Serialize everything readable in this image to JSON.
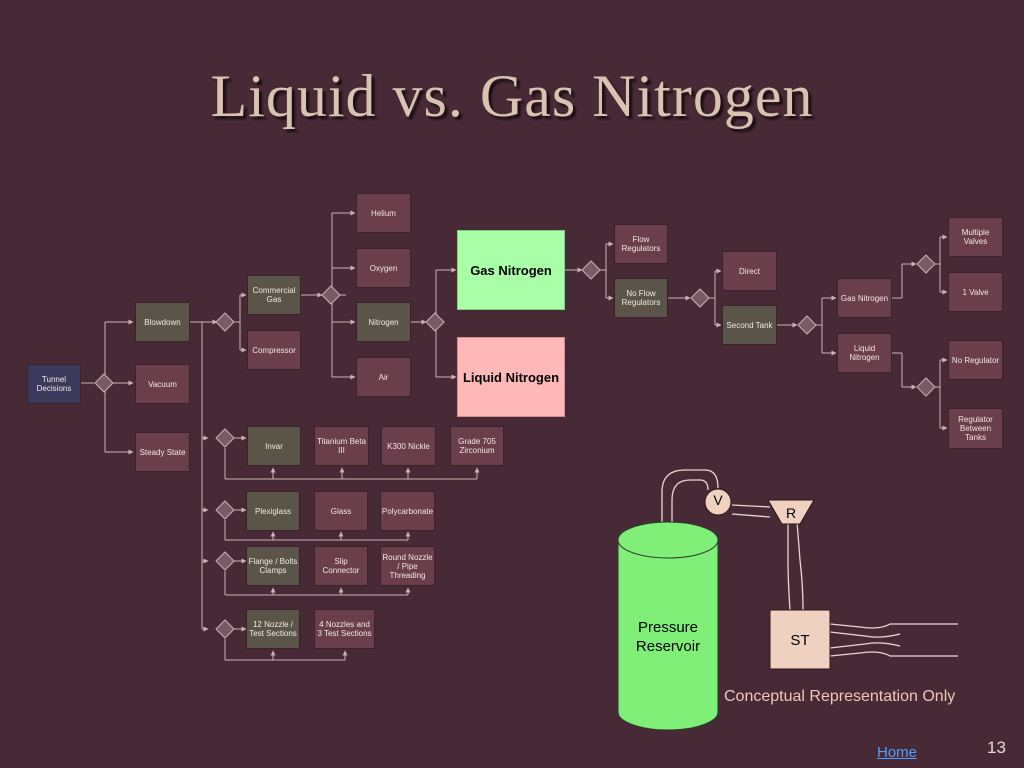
{
  "title": "Liquid vs. Gas Nitrogen",
  "nodes": {
    "tunnel": "Tunnel Decisions",
    "blowdown": "Blowdown",
    "vacuum": "Vacuum",
    "steady": "Steady State",
    "commercial": "Commercial Gas",
    "compressor": "Compressor",
    "helium": "Helium",
    "oxygen": "Oxygen",
    "nitrogen": "Nitrogen",
    "air": "Air",
    "gas_nitrogen_big": "Gas Nitrogen",
    "liquid_nitrogen_big": "Liquid Nitrogen",
    "flow_reg": "Flow Regulators",
    "no_flow_reg": "No Flow Regulators",
    "direct": "Direct",
    "second_tank": "Second Tank",
    "gas_nitrogen_small": "Gas Nitrogen",
    "liquid_nitrogen_small": "Liquid Nitrogen",
    "multiple_valves": "Multiple Valves",
    "one_valve": "1 Valve",
    "no_regulator": "No Regulator",
    "reg_between": "Regulator Between Tanks",
    "invar": "Invar",
    "titanium": "Titanium Beta III",
    "k300": "K300 Nickle",
    "grade705": "Grade 705 Zirconium",
    "plexiglass": "Plexiglass",
    "glass": "Glass",
    "polycarbonate": "Polycarbonate",
    "flange": "Flange / Bolts Clamps",
    "slip": "Slip Connector",
    "round_nozzle": "Round Nozzle / Pipe Threading",
    "nozzle12": "12 Nozzle / Test Sections",
    "nozzle4": "4 Nozzles and 3 Test Sections"
  },
  "schematic": {
    "reservoir": "Pressure Reservoir",
    "valve": "V",
    "regulator": "R",
    "section": "ST"
  },
  "caption": "Conceptual Representation Only",
  "home_link": "Home",
  "slide_number": "13",
  "colors": {
    "background": "#472a35",
    "box_brown": "#6b3e4b",
    "box_green": "#5a5548",
    "gas_highlight": "#a8ffa8",
    "liquid_highlight": "#ffb8b8",
    "reservoir": "#7fef7f"
  }
}
